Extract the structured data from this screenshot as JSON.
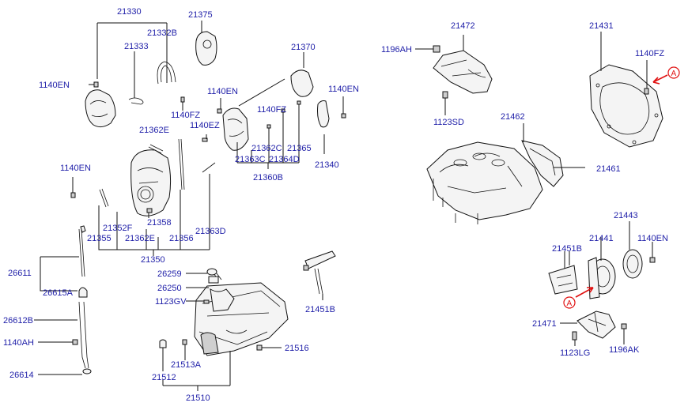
{
  "callout": "A",
  "labels": {
    "p21330": "21330",
    "p21375": "21375",
    "p21332B": "21332B",
    "p21333": "21333",
    "p1140EN_a": "1140EN",
    "p1140EN_b": "1140EN",
    "p1140FZ_a": "1140FZ",
    "p1140EZ": "1140EZ",
    "p21362E": "21362E",
    "p21370": "21370",
    "p1140EN_c": "1140EN",
    "p1140FZ_b": "1140FZ",
    "p21362C": "21362C",
    "p21365": "21365",
    "p21363C": "21363C",
    "p21364D": "21364D",
    "p21360B": "21360B",
    "p21340": "21340",
    "p1140EN_d": "1140EN",
    "p21352F": "21352F",
    "p21358": "21358",
    "p21355": "21355",
    "p21362E_b": "21362E",
    "p21356": "21356",
    "p21363D": "21363D",
    "p21350": "21350",
    "p26611": "26611",
    "p26615A": "26615A",
    "p26612B": "26612B",
    "p1140AH": "1140AH",
    "p26614": "26614",
    "p26259": "26259",
    "p26250": "26250",
    "p1123GV": "1123GV",
    "p21451B_a": "21451B",
    "p21516": "21516",
    "p21512": "21512",
    "p21513A": "21513A",
    "p21510": "21510",
    "p1196AH": "1196AH",
    "p21472": "21472",
    "p1123SD": "1123SD",
    "p21431": "21431",
    "p1140FZ_c": "1140FZ",
    "p21462": "21462",
    "p21461": "21461",
    "p21443": "21443",
    "p21451B_b": "21451B",
    "p21441": "21441",
    "p1140EN_e": "1140EN",
    "p21471": "21471",
    "p1123LG": "1123LG",
    "p1196AK": "1196AK"
  }
}
